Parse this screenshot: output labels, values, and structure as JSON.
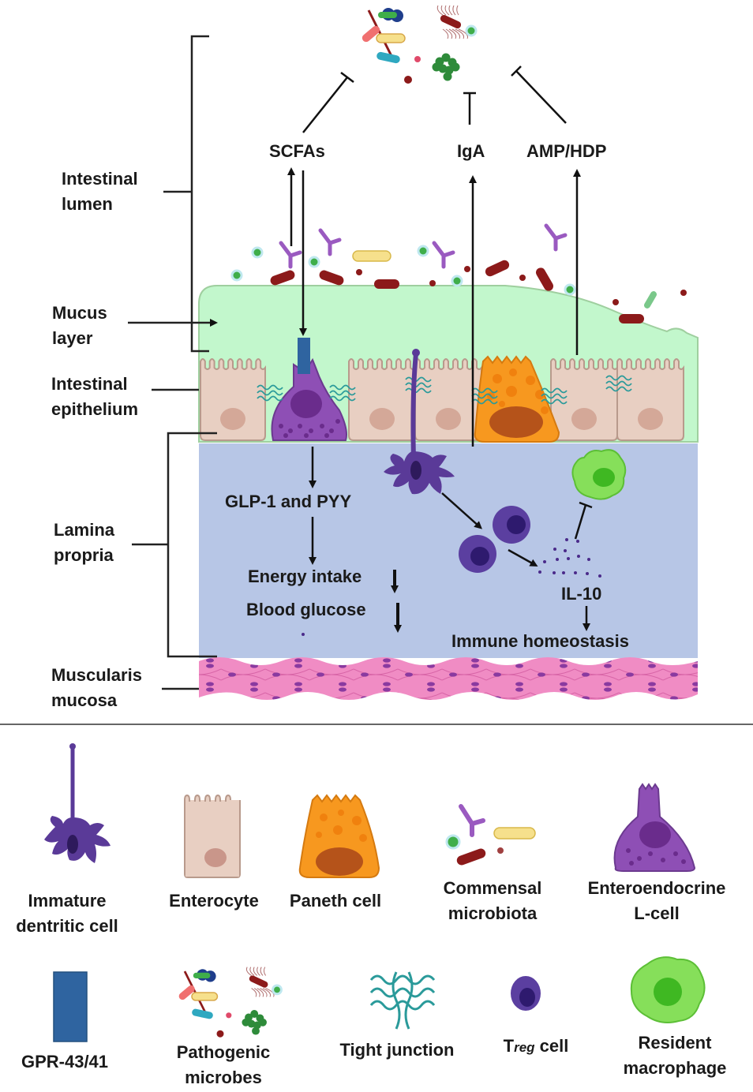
{
  "title": "Gut barrier: microbiota, SCFAs, immune homeostasis",
  "layers": {
    "lumen": "Intestinal\nlumen",
    "mucus": "Mucus\nlayer",
    "epithelium": "Intestinal\nepithelium",
    "lamina": "Lamina\npropria",
    "muscularis": "Muscularis\nmucosa"
  },
  "mediators": {
    "scfa": "SCFAs",
    "iga": "IgA",
    "amp": "AMP/HDP"
  },
  "effects": {
    "glp": "GLP-1 and PYY",
    "energy": "Energy intake",
    "glucose": "Blood glucose",
    "il10": "IL-10",
    "homeostasis": "Immune homeostasis"
  },
  "legend": {
    "row1": [
      {
        "key": "dc",
        "label": "Immature\ndentritic cell"
      },
      {
        "key": "enterocyte",
        "label": "Enterocyte"
      },
      {
        "key": "paneth",
        "label": "Paneth cell"
      },
      {
        "key": "commensal",
        "label": "Commensal\nmicrobiota"
      },
      {
        "key": "lcell",
        "label": "Enteroendocrine\nL-cell"
      }
    ],
    "row2": [
      {
        "key": "gpr",
        "label": "GPR-43/41"
      },
      {
        "key": "pathogen",
        "label": "Pathogenic\nmicrobes"
      },
      {
        "key": "tj",
        "label": "Tight junction"
      },
      {
        "key": "treg_main",
        "label": "T",
        "sub": "reg",
        "after": " cell"
      },
      {
        "key": "macro",
        "label": "Resident\nmacrophage"
      }
    ]
  },
  "colors": {
    "mucus": "#c2f7cc",
    "lamina": "#b7c6e6",
    "muscle": "#f08cc4",
    "enterocyte": "#e8cfc2",
    "lcell": "#8e4fb5",
    "paneth": "#f7981f",
    "dc": "#5a3a98",
    "macrophage": "#86df5a",
    "gpr": "#2f64a0",
    "tj": "#2a9a9a",
    "bacteria_red": "#8c1a1a"
  }
}
